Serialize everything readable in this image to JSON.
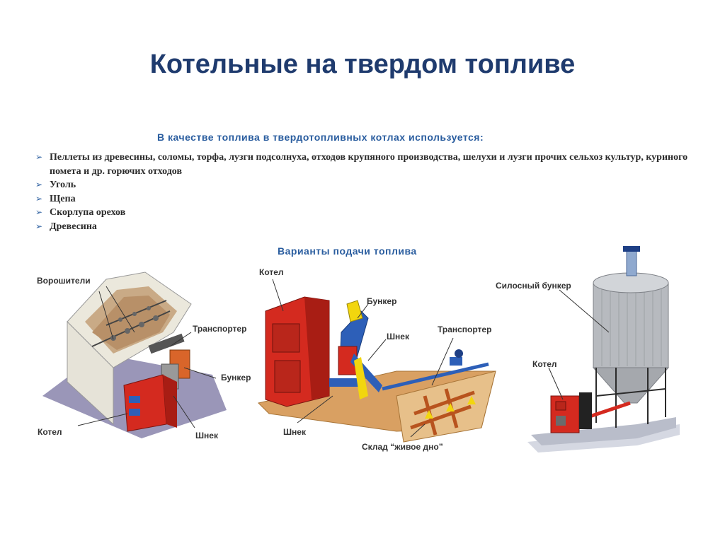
{
  "title": "Котельные на твердом топливе",
  "fuel_section": {
    "heading": "В качестве топлива в твердотопливных котлах используется:",
    "items": [
      "Пеллеты из древесины, соломы, торфа, лузги подсолнуха, отходов крупяного производства, шелухи и лузги прочих сельхоз культур, куриного помета и др. горючих отходов",
      "Уголь",
      "Щепа",
      "Скорлупа орехов",
      "Древесина"
    ]
  },
  "feed_section": {
    "heading": "Варианты подачи топлива",
    "diagram_left": {
      "labels": [
        "Ворошители",
        "Транспортер",
        "Бункер",
        "Котел",
        "Шнек"
      ]
    },
    "diagram_middle": {
      "labels": [
        "Котел",
        "Бункер",
        "Шнек",
        "Транспортер",
        "Шнек",
        "Склад “живое дно”"
      ]
    },
    "diagram_right": {
      "labels": [
        "Силосный бункер",
        "Котел"
      ]
    }
  },
  "colors": {
    "title": "#1f3b6e",
    "heading": "#2a5d9f",
    "boiler_red": "#d42a1f",
    "auger_blue": "#2d5fb8",
    "floor_wood": "#d9a062"
  }
}
